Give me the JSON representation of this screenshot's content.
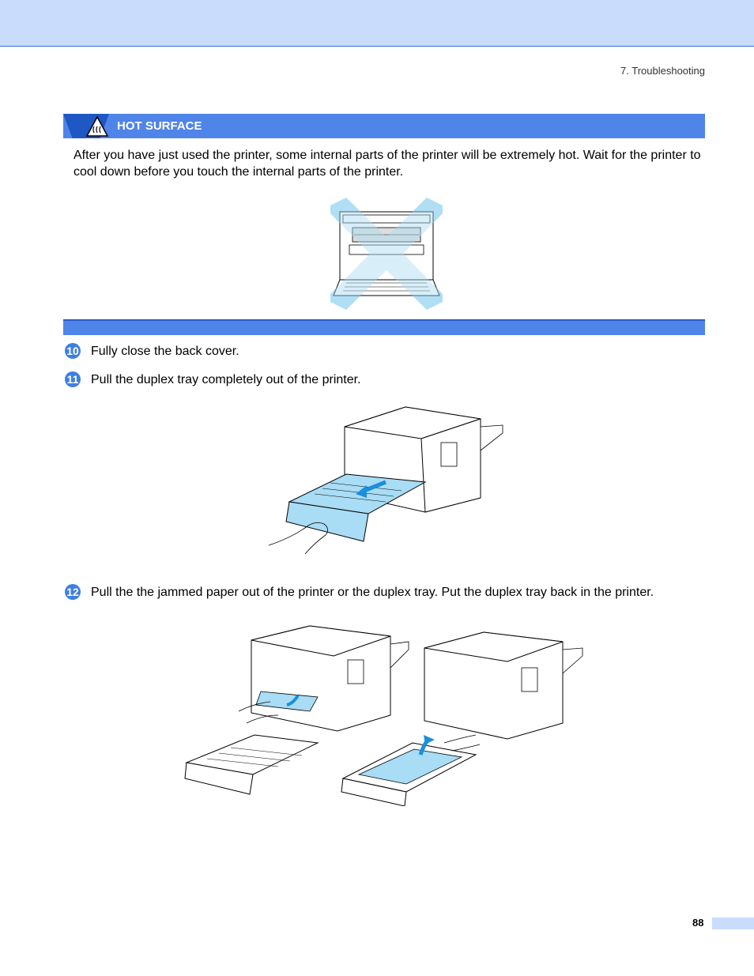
{
  "header": {
    "section": "7. Troubleshooting"
  },
  "warning": {
    "title": "HOT SURFACE",
    "icon": "hot-surface-icon",
    "text": "After you have just used the printer, some internal parts of the printer will be extremely hot. Wait for the printer to cool down before you touch the internal parts of the printer."
  },
  "steps": [
    {
      "number": "10",
      "text": "Fully close the back cover."
    },
    {
      "number": "11",
      "text": "Pull the duplex tray completely out of the printer."
    },
    {
      "number": "12",
      "text": "Pull the the jammed paper out of the printer or the duplex tray. Put the duplex tray back in the printer."
    }
  ],
  "footer": {
    "page_number": "88"
  },
  "colors": {
    "accent": "#4f84e8",
    "accent_dark": "#1f57c4",
    "band": "#c9dcfb",
    "highlight": "#a9dcf5"
  }
}
